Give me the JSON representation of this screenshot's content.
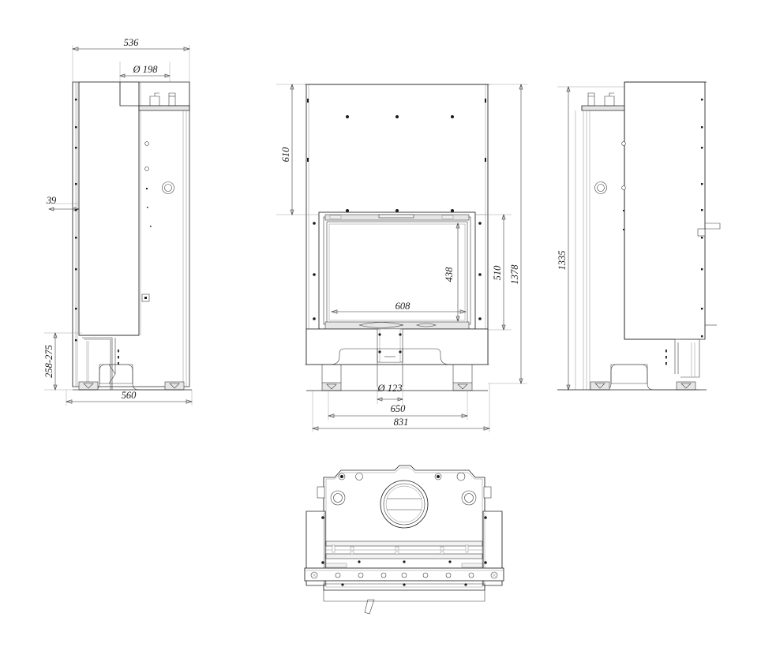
{
  "drawing": {
    "title": "Fireplace insert technical drawing",
    "units": "mm",
    "background": "#ffffff",
    "line_color": "#222222",
    "dim_color": "#2b2b2b"
  },
  "views": {
    "left": {
      "name": "left-side-view-section",
      "label": ""
    },
    "front": {
      "name": "front-view",
      "label": ""
    },
    "right": {
      "name": "right-side-view",
      "label": ""
    },
    "top": {
      "name": "top-plan-view",
      "label": ""
    }
  },
  "dimensions": {
    "left_view": [
      {
        "id": "d536",
        "value": "536",
        "orient": "horizontal",
        "view": "left"
      },
      {
        "id": "d198",
        "value": "Ø 198",
        "orient": "horizontal",
        "view": "left"
      },
      {
        "id": "d39",
        "value": "39",
        "orient": "horizontal",
        "view": "left"
      },
      {
        "id": "d258275",
        "value": "258-275",
        "orient": "vertical",
        "view": "left"
      },
      {
        "id": "d560",
        "value": "560",
        "orient": "horizontal",
        "view": "left"
      }
    ],
    "front_view": [
      {
        "id": "d610",
        "value": "610",
        "orient": "vertical",
        "view": "front"
      },
      {
        "id": "d438",
        "value": "438",
        "orient": "vertical",
        "view": "front"
      },
      {
        "id": "d608",
        "value": "608",
        "orient": "horizontal",
        "view": "front"
      },
      {
        "id": "d510",
        "value": "510",
        "orient": "vertical",
        "view": "front"
      },
      {
        "id": "d1378",
        "value": "1378",
        "orient": "vertical",
        "view": "front"
      },
      {
        "id": "d123",
        "value": "Ø 123",
        "orient": "horizontal",
        "view": "front"
      },
      {
        "id": "d650",
        "value": "650",
        "orient": "horizontal",
        "view": "front"
      },
      {
        "id": "d831",
        "value": "831",
        "orient": "horizontal",
        "view": "front"
      }
    ],
    "right_view": [
      {
        "id": "d1335",
        "value": "1335",
        "orient": "vertical",
        "view": "right"
      }
    ]
  },
  "labels": {
    "v536": "536",
    "v198": "Ø 198",
    "v39": "39",
    "v258275": "258-275",
    "v560": "560",
    "v610": "610",
    "v438": "438",
    "v608": "608",
    "v510": "510",
    "v1378": "1378",
    "v123": "Ø 123",
    "v650": "650",
    "v831": "831",
    "v1335": "1335"
  }
}
